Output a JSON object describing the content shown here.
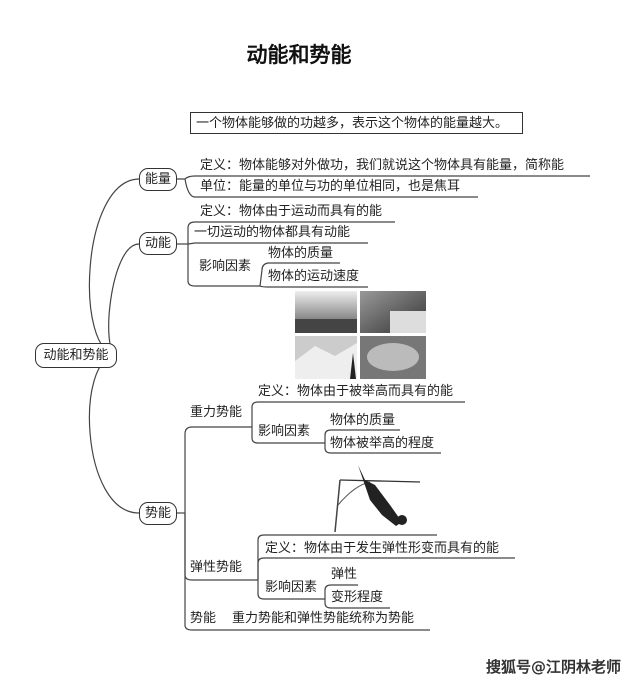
{
  "title": "动能和势能",
  "summary_box": "一个物体能够做的功越多，表示这个物体的能量越大。",
  "root": "动能和势能",
  "energy": {
    "label": "能量",
    "definition": "定义：物体能够对外做功，我们就说这个物体具有能量，简称能",
    "unit": "单位：能量的单位与功的单位相同，也是焦耳"
  },
  "kinetic": {
    "label": "动能",
    "definition": "定义：物体由于运动而具有的能",
    "all_moving": "一切运动的物体都具有动能",
    "factors_label": "影响因素",
    "factors": [
      "物体的质量",
      "物体的运动速度"
    ]
  },
  "potential": {
    "label": "势能",
    "gravitational": {
      "label": "重力势能",
      "definition": "定义：物体由于被举高而具有的能",
      "factors_label": "影响因素",
      "factors": [
        "物体的质量",
        "物体被举高的程度"
      ]
    },
    "elastic": {
      "label": "弹性势能",
      "definition": "定义：物体由于发生弹性形变而具有的能",
      "factors_label": "影响因素",
      "factors": [
        "弹性",
        "变形程度"
      ]
    },
    "summary_label": "势能",
    "summary": "重力势能和弹性势能统称为势能"
  },
  "watermark": "搜狐号@江阴林老师"
}
